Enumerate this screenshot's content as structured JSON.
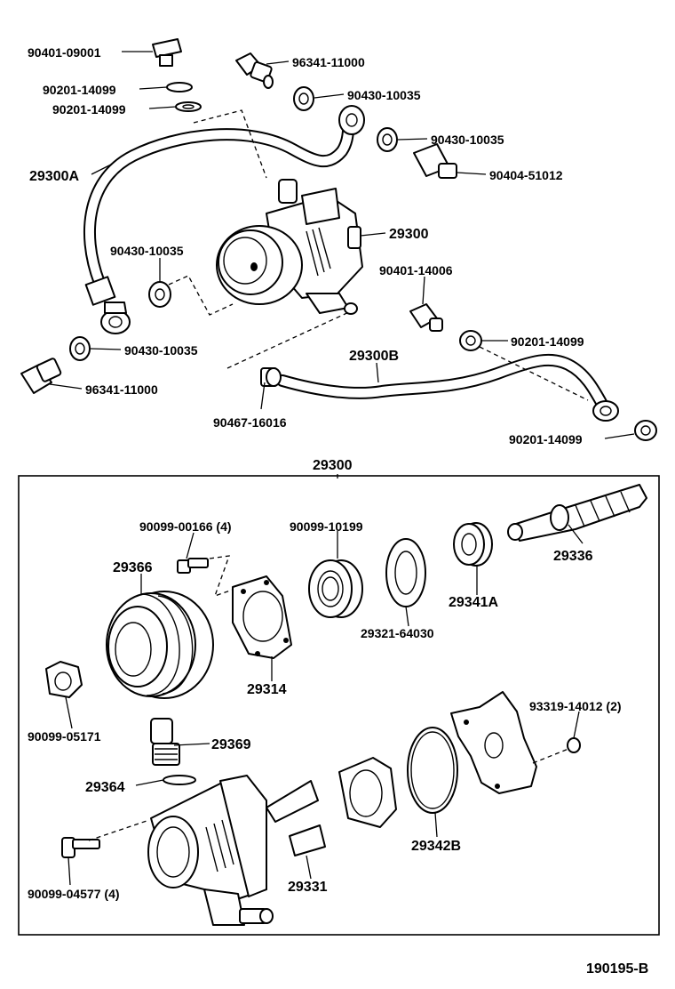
{
  "upper": {
    "callouts": [
      {
        "id": "u1",
        "label": "90401-09001"
      },
      {
        "id": "u2",
        "label": "96341-11000"
      },
      {
        "id": "u3",
        "label": "90201-14099"
      },
      {
        "id": "u4",
        "label": "90201-14099"
      },
      {
        "id": "u5",
        "label": "90430-10035"
      },
      {
        "id": "u6",
        "label": "90430-10035"
      },
      {
        "id": "u7",
        "label": "29300A"
      },
      {
        "id": "u8",
        "label": "90404-51012"
      },
      {
        "id": "u9",
        "label": "29300"
      },
      {
        "id": "u10",
        "label": "90430-10035"
      },
      {
        "id": "u11",
        "label": "90401-14006"
      },
      {
        "id": "u12",
        "label": "90430-10035"
      },
      {
        "id": "u13",
        "label": "90201-14099"
      },
      {
        "id": "u14",
        "label": "96341-11000"
      },
      {
        "id": "u15",
        "label": "29300B"
      },
      {
        "id": "u16",
        "label": "90467-16016"
      },
      {
        "id": "u17",
        "label": "90201-14099"
      }
    ]
  },
  "assembly": {
    "title": "29300",
    "callouts": [
      {
        "id": "a1",
        "label": "90099-00166 (4)"
      },
      {
        "id": "a2",
        "label": "90099-10199"
      },
      {
        "id": "a3",
        "label": "29366"
      },
      {
        "id": "a4",
        "label": "29336"
      },
      {
        "id": "a5",
        "label": "29341A"
      },
      {
        "id": "a6",
        "label": "29321-64030"
      },
      {
        "id": "a7",
        "label": "29314"
      },
      {
        "id": "a8",
        "label": "90099-05171"
      },
      {
        "id": "a9",
        "label": "93319-14012 (2)"
      },
      {
        "id": "a10",
        "label": "29369"
      },
      {
        "id": "a11",
        "label": "29364"
      },
      {
        "id": "a12",
        "label": "29342B"
      },
      {
        "id": "a13",
        "label": "29331"
      },
      {
        "id": "a14",
        "label": "90099-04577 (4)"
      }
    ]
  },
  "footer": {
    "code": "190195-B"
  }
}
